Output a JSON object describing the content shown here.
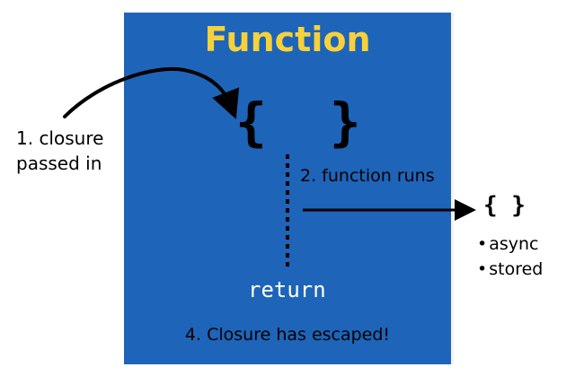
{
  "diagram": {
    "title": "Function",
    "braces_main": "{  }",
    "step1_lines": [
      "1. closure",
      "passed in"
    ],
    "step2": "2. function runs",
    "return_keyword": "return",
    "step4": "4. Closure has escaped!",
    "braces_small": "{ }",
    "escape_reasons": [
      "async",
      "stored"
    ]
  },
  "colors": {
    "box": "#1e64b8",
    "title": "#f6d13a",
    "text": "#000000",
    "return_text": "#ffffff"
  }
}
